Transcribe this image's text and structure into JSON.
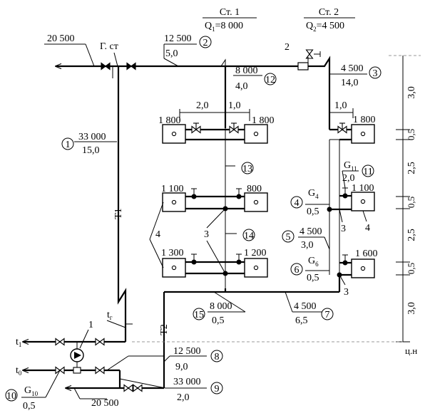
{
  "columns": {
    "st1": {
      "title": "Ст. 1",
      "q_base": "Q",
      "q_sub": "1",
      "q_value": "=8 000"
    },
    "st2": {
      "title": "Ст. 2",
      "q_base": "Q",
      "q_sub": "2",
      "q_value": "=4 500"
    }
  },
  "station_label": "Г. ст",
  "supply_main_load": "20 500",
  "heights": [
    "3,0",
    "0,5",
    "2,5",
    "0,5",
    "2,5",
    "0,5",
    "3,0"
  ],
  "floor_label": "ц.н",
  "radiators": {
    "st1_top_left": "1 800",
    "st1_top_right": "1 800",
    "st1_mid_left": "1 100",
    "st1_mid_right": "800",
    "st1_low_left": "1 300",
    "st1_low_right": "1 200",
    "st2_top": "1 800",
    "st2_mid": "1 100",
    "st2_low": "1 600"
  },
  "dims": {
    "st1_a": "2,0",
    "st1_b": "1,0",
    "st2_a": "1,0"
  },
  "sections": {
    "s1": {
      "num": "1",
      "load": "33 000",
      "length": "15,0"
    },
    "s2": {
      "num": "2",
      "load": "12 500",
      "length": "5,0"
    },
    "s3": {
      "num": "3",
      "load": "4 500",
      "length": "14,0"
    },
    "s4": {
      "num": "4",
      "g_base": "G",
      "g_sub": "4",
      "length": "0,5"
    },
    "s5": {
      "num": "5",
      "load": "4 500",
      "length": "3,0"
    },
    "s6": {
      "num": "6",
      "g_base": "G",
      "g_sub": "6",
      "length": "0,5"
    },
    "s7": {
      "num": "7",
      "load": "4 500",
      "length": "6,5"
    },
    "s8": {
      "num": "8",
      "load": "12 500",
      "length": "9,0"
    },
    "s9": {
      "num": "9",
      "load": "33 000",
      "length": "2,0"
    },
    "s10": {
      "num": "10",
      "g_base": "G",
      "g_sub": "10",
      "length": "0,5"
    },
    "s11": {
      "num": "11",
      "g_base": "G",
      "g_sub": "11",
      "length": "2,0"
    },
    "s12": {
      "num": "12",
      "load": "8 000",
      "length": "4,0"
    },
    "s13": {
      "num": "13"
    },
    "s14": {
      "num": "14"
    },
    "s15": {
      "num": "15",
      "load": "8 000",
      "length": "0,5"
    }
  },
  "callouts": {
    "radiator_ref": "4",
    "connection_ref": "3",
    "valve_ref": "2",
    "pump_ref": "1"
  },
  "pipe_labels": {
    "supply": "T1",
    "return": "T2",
    "t_g_base": "t",
    "t_g_sub": "г",
    "t1_base": "t",
    "t1_sub": "1",
    "t0_base": "t",
    "t0_sub": "0"
  }
}
